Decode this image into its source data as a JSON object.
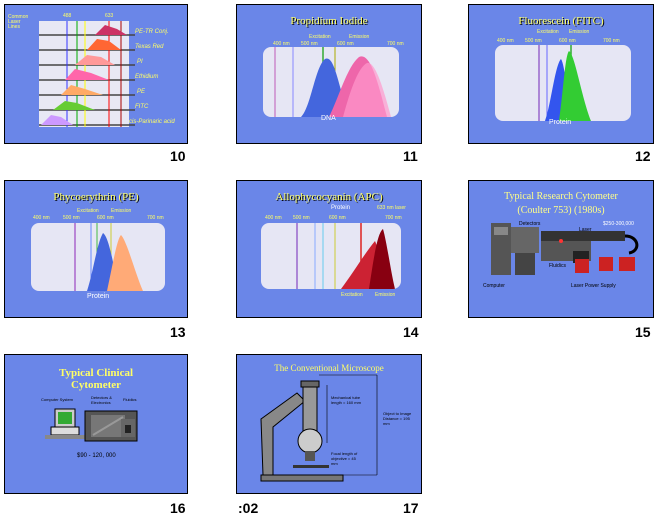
{
  "slides": [
    {
      "number": "10",
      "labels": [
        "Common Laser Lines",
        "488",
        "633",
        "PE-TR Conj.",
        "Texas Red",
        "PI",
        "Ethidium",
        "PE",
        "FITC",
        "cis-Parinaric acid"
      ]
    },
    {
      "number": "11",
      "title": "Propidium Iodide",
      "excitation": "Excitation",
      "emission": "Emission",
      "axis": [
        "400 nm",
        "500 nm",
        "600 nm",
        "700 nm"
      ],
      "label": "DNA"
    },
    {
      "number": "12",
      "title": "Fluorescein (FITC)",
      "excitation": "Excitation",
      "emission": "Emission",
      "axis": [
        "400 nm",
        "500 nm",
        "600 nm",
        "700 nm"
      ],
      "label": "Protein"
    },
    {
      "number": "13",
      "title": "Phycoerythrin (PE)",
      "excitation": "Excitation",
      "emission": "Emission",
      "axis": [
        "400 nm",
        "500 nm",
        "600 nm",
        "700 nm"
      ],
      "label": "Protein"
    },
    {
      "number": "14",
      "title": "Allophycocyanin (APC)",
      "label": "Protein",
      "laser": "633 nm laser",
      "excitation": "Excitation",
      "emission": "Emission",
      "axis": [
        "400 nm",
        "500 nm",
        "600 nm",
        "700 nm"
      ]
    },
    {
      "number": "15",
      "title_line1": "Typical Research Cytometer",
      "title_line2": "(Coulter 753) (1980s)",
      "labels": [
        "Detectors",
        "Laser",
        "$250-300,000",
        "Fluidics",
        "Computer",
        "Laser Power Supply"
      ]
    },
    {
      "number": "16",
      "title_line1": "Typical Clinical",
      "title_line2": "Cytometer",
      "labels": [
        "Computer System",
        "Detectors & Electronics",
        "Fluidics"
      ],
      "price": "$90 - 120, 000"
    },
    {
      "number": "17",
      "title": "The Conventional Microscope",
      "labels": [
        "Mechanical tube length = 160 mm",
        "Object to Image Distance = 195 mm",
        "Focal length of objective = 45 mm"
      ]
    }
  ],
  "time_label": ":02",
  "colors": {
    "slide_bg": "#6a86e8",
    "title": "#ffff66"
  }
}
